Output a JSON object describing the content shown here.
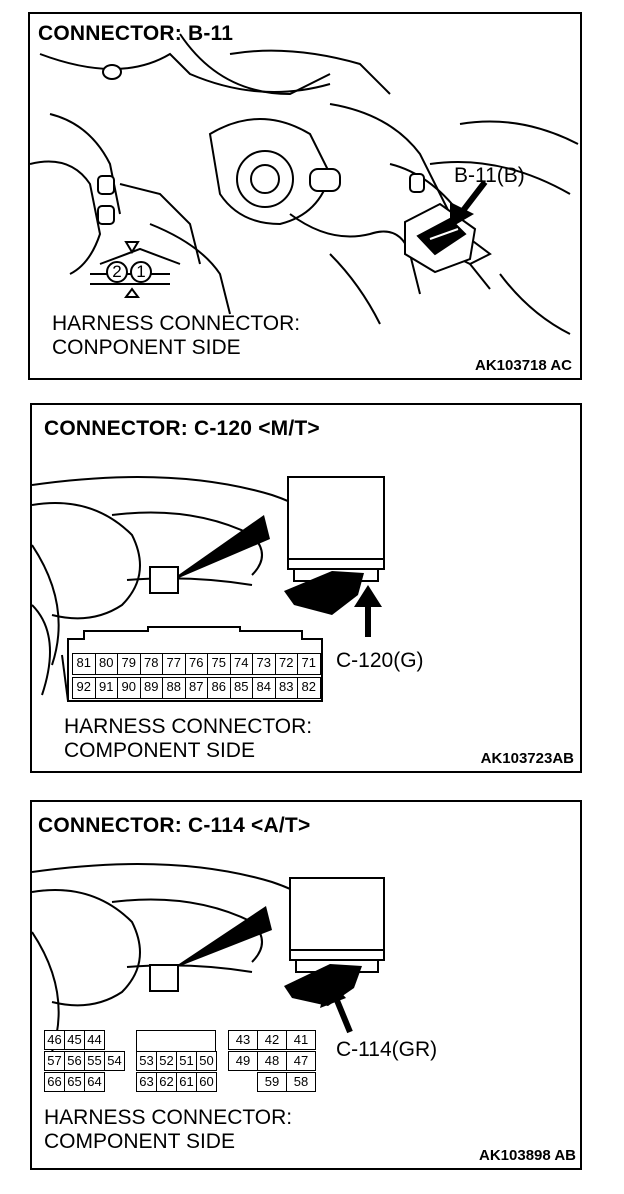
{
  "panel1": {
    "title": "CONNECTOR: B-11",
    "callout": "B-11(B)",
    "pins": [
      "2",
      "1"
    ],
    "harness_line1": "HARNESS CONNECTOR:",
    "harness_line2": "CONPONENT SIDE",
    "code": "AK103718 AC"
  },
  "panel2": {
    "title": "CONNECTOR: C-120 <M/T>",
    "callout": "C-120(G)",
    "row1": [
      "81",
      "80",
      "79",
      "78",
      "77",
      "76",
      "75",
      "74",
      "73",
      "72",
      "71"
    ],
    "row2": [
      "92",
      "91",
      "90",
      "89",
      "88",
      "87",
      "86",
      "85",
      "84",
      "83",
      "82"
    ],
    "harness_line1": "HARNESS CONNECTOR:",
    "harness_line2": "COMPONENT SIDE",
    "code": "AK103723AB"
  },
  "panel3": {
    "title": "CONNECTOR: C-114 <A/T>",
    "callout": "C-114(GR)",
    "left_row1": [
      "46",
      "45",
      "44"
    ],
    "left_row2": [
      "57",
      "56",
      "55",
      "54"
    ],
    "left_row3": [
      "66",
      "65",
      "64"
    ],
    "mid_row2": [
      "53",
      "52",
      "51",
      "50"
    ],
    "mid_row3": [
      "63",
      "62",
      "61",
      "60"
    ],
    "right_row1": [
      "43",
      "42",
      "41"
    ],
    "right_row2": [
      "49",
      "48",
      "47"
    ],
    "right_row3": [
      "59",
      "58"
    ],
    "harness_line1": "HARNESS CONNECTOR:",
    "harness_line2": "COMPONENT SIDE",
    "code": "AK103898 AB"
  }
}
